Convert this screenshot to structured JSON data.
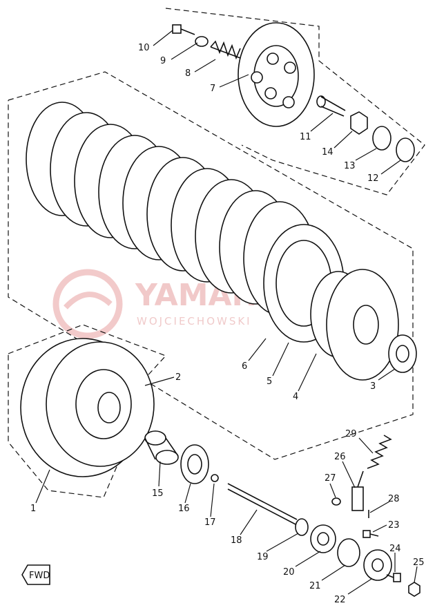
{
  "diagram": {
    "callouts": [
      "1",
      "2",
      "3",
      "4",
      "5",
      "6",
      "7",
      "8",
      "9",
      "10",
      "11",
      "12",
      "13",
      "14",
      "15",
      "16",
      "17",
      "18",
      "19",
      "20",
      "21",
      "22",
      "23",
      "24",
      "25",
      "26",
      "27",
      "28",
      "29"
    ],
    "fwd_label": "FWD"
  },
  "watermark": {
    "main": "YAMAHA",
    "sub": "WOJCIECHOWSKI"
  }
}
